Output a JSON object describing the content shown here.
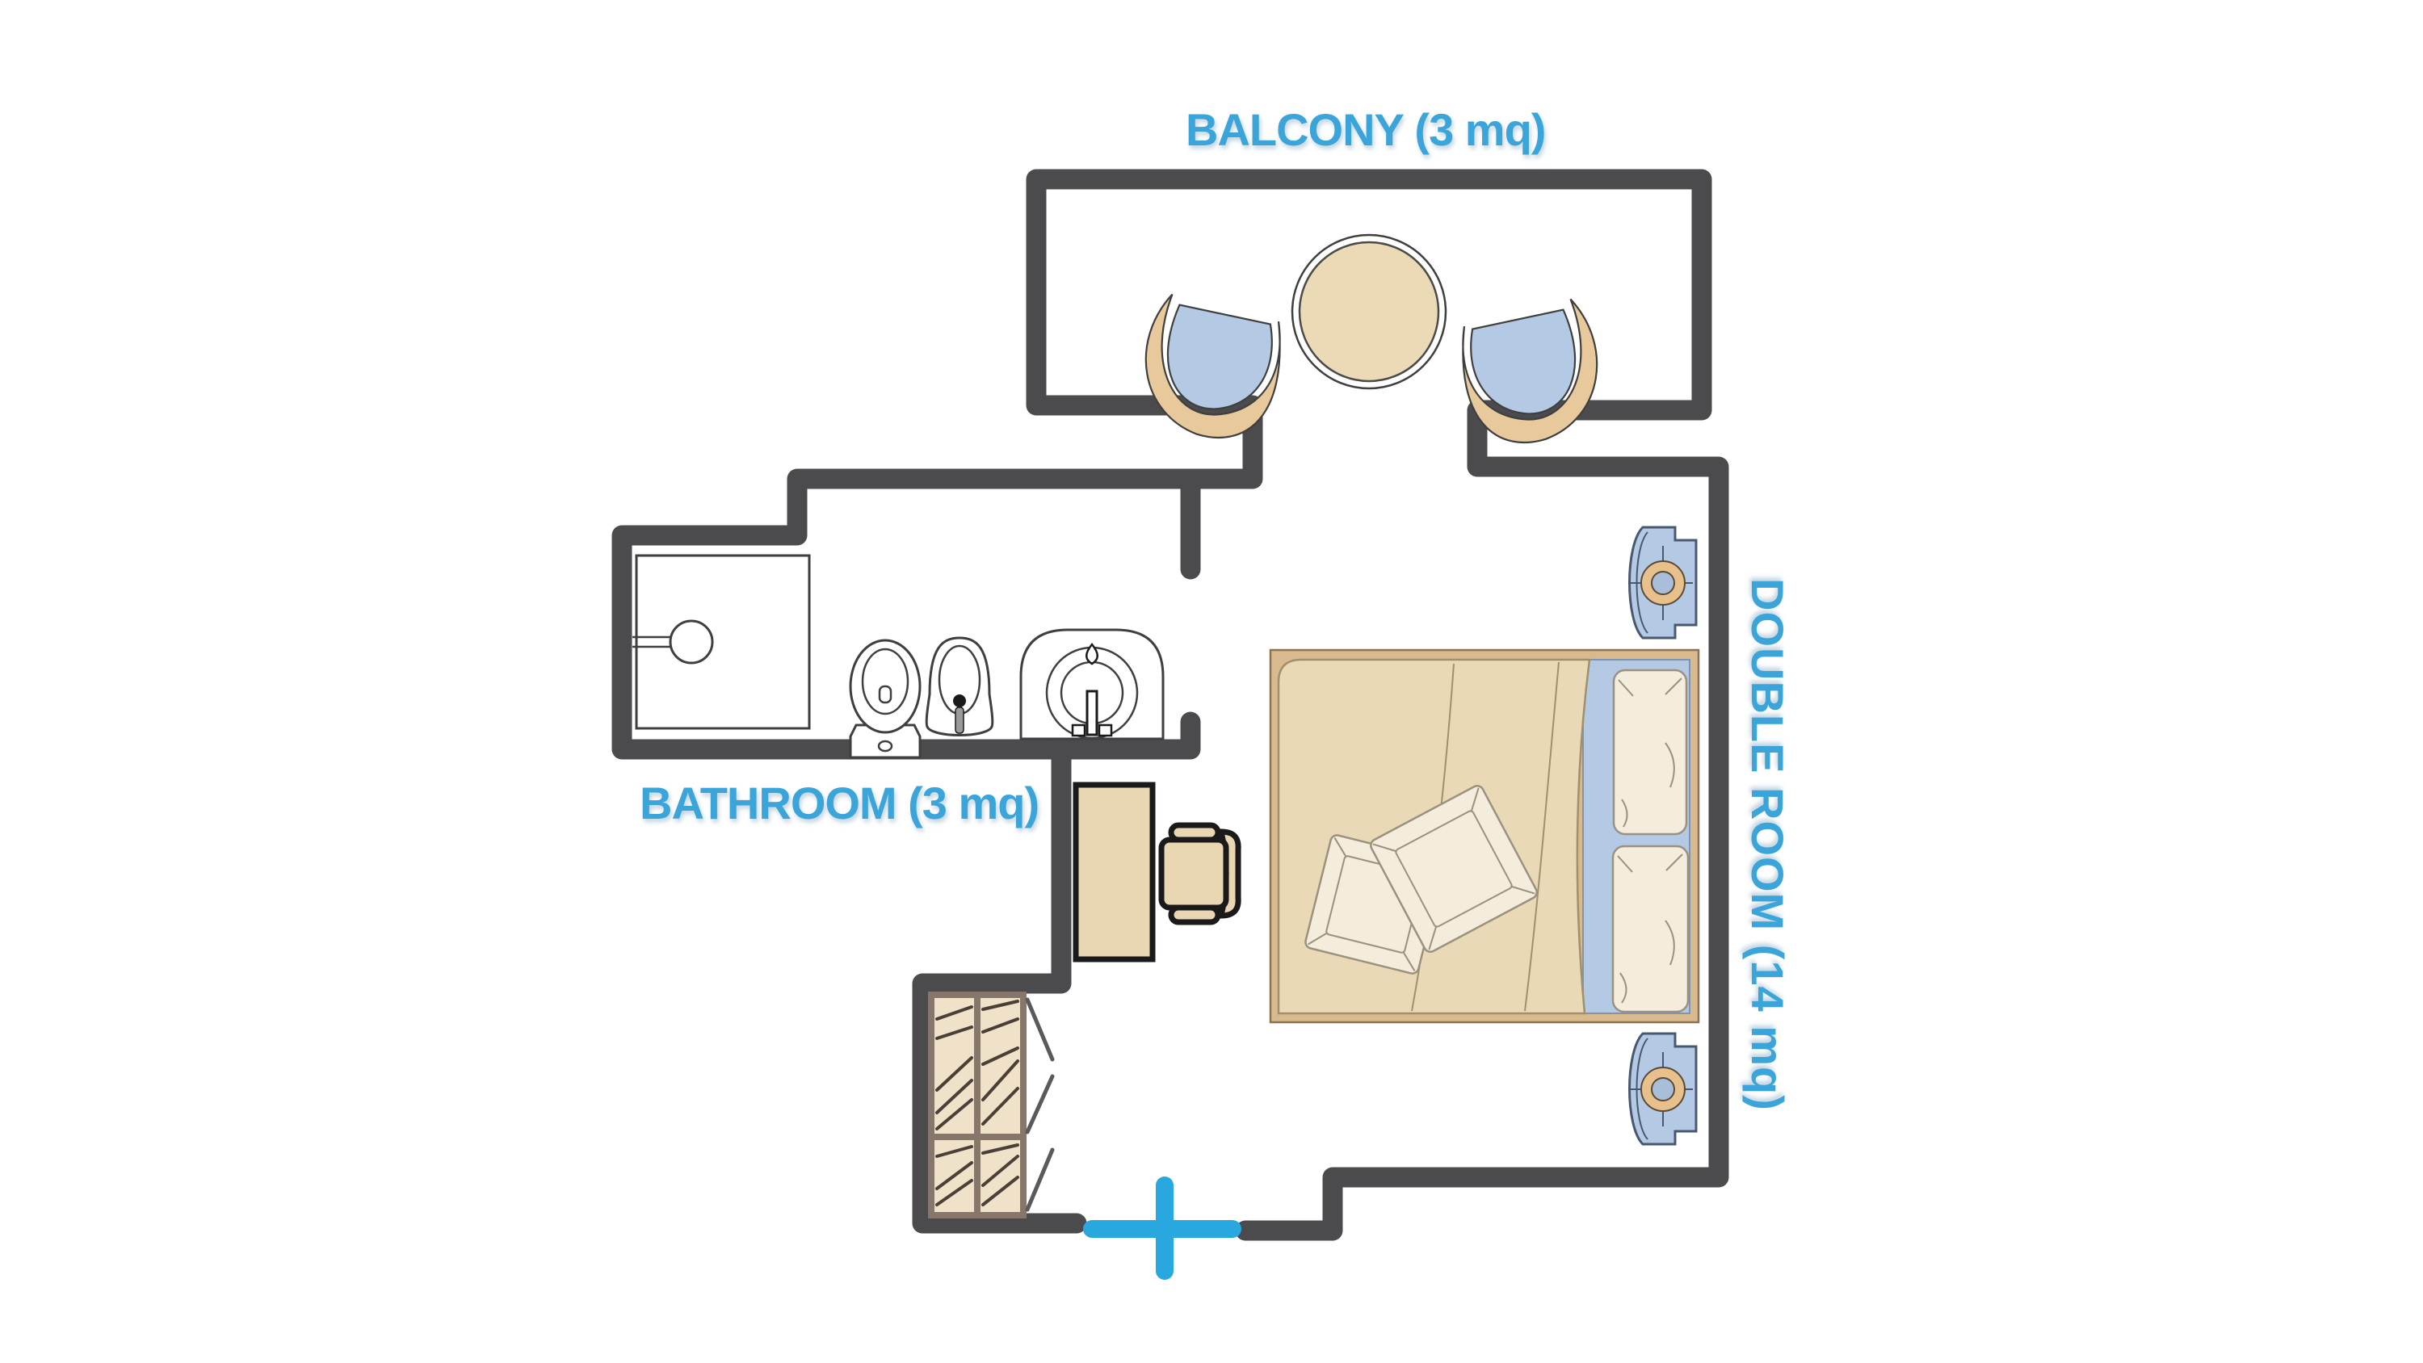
{
  "rooms": {
    "balcony": {
      "label": "BALCONY (3 mq)",
      "area_mq": 3
    },
    "bathroom": {
      "label": "BATHROOM (3 mq)",
      "area_mq": 3
    },
    "double_room": {
      "label": "DOUBLE ROOM (14 mq)",
      "area_mq": 14
    }
  },
  "colors": {
    "wall": "#4b4b4e",
    "label": "#3ba4d9",
    "door": "#29a8e0",
    "wood": "#e9d6b2",
    "wood_dark": "#d9ba8e",
    "duvet": "#ead9b6",
    "fabric_blue": "#b4c9e3",
    "cream": "#f4ecdc",
    "lamp": "#e7c08c",
    "chair_tan": "#e8c99c",
    "wardrobe_fill": "#efe2c8",
    "wardrobe_frame": "#86776a"
  }
}
